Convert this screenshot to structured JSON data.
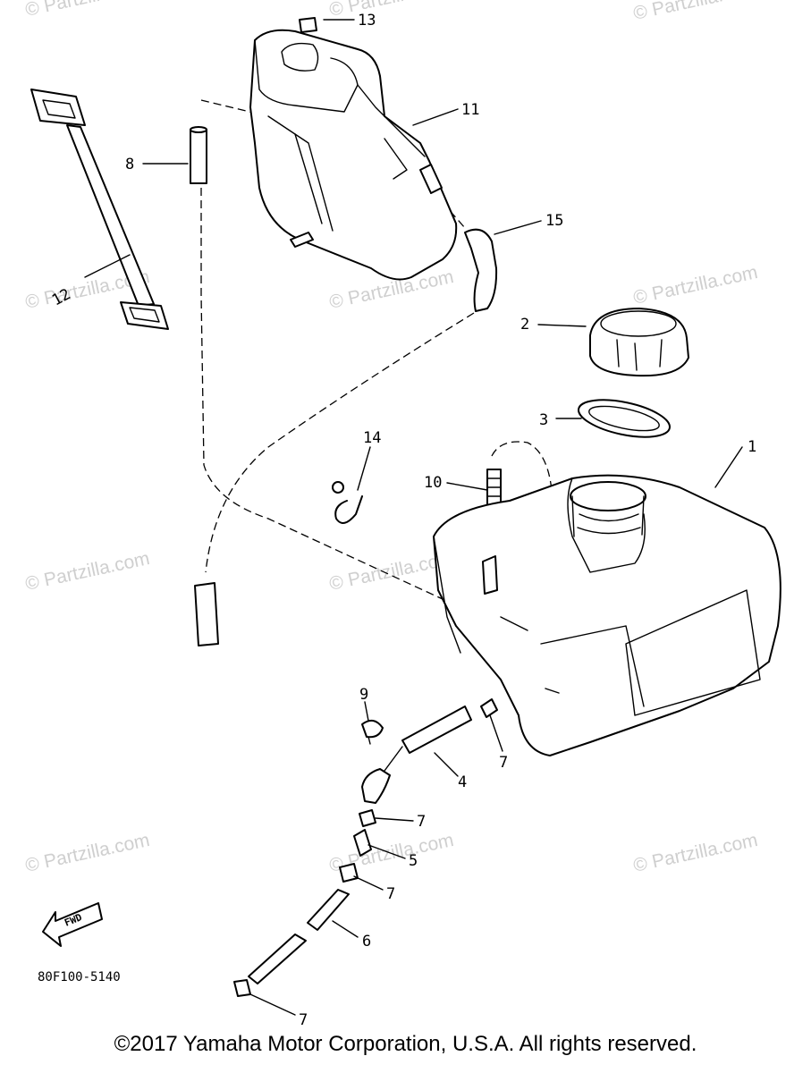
{
  "diagram": {
    "drawing_code": "80F100-5140",
    "fwd_label": "FWD",
    "copyright": "©2017 Yamaha Motor Corporation, U.S.A. All rights reserved.",
    "watermark": "© Partzilla.com",
    "callouts": [
      "1",
      "2",
      "3",
      "4",
      "5",
      "6",
      "7",
      "8",
      "9",
      "10",
      "11",
      "12",
      "13",
      "14",
      "15"
    ]
  }
}
